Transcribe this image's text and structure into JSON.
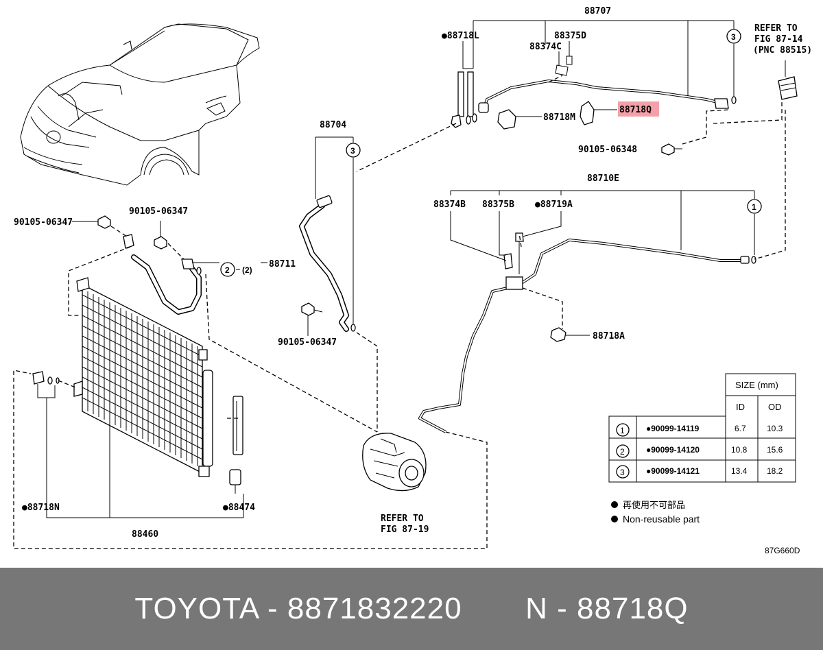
{
  "labels": {
    "p88707": "88707",
    "p88718L": "●88718L",
    "p88375D": "88375D",
    "p88374C": "88374C",
    "c3_top": "3",
    "refer_top_1": "REFER TO",
    "refer_top_2": "FIG 87-14",
    "refer_top_3": "(PNC 88515)",
    "p88718M": "88718M",
    "p88718Q": "88718Q",
    "bolt_top": "90105-06348",
    "p88704": "88704",
    "c3_mid": "3",
    "p88710E": "88710E",
    "p88374B": "88374B",
    "p88375B": "88375B",
    "p88719A": "●88719A",
    "c1_right": "1",
    "bolt_left": "90105-06347",
    "bolt_left2": "90105-06347",
    "p88711": "88711",
    "c2": "2",
    "c2_qty": "(2)",
    "bolt_mid": "90105-06347",
    "p88718A": "88718A",
    "p88718N": "●88718N",
    "p88474": "●88474",
    "p88460": "88460",
    "refer_bot_1": "REFER TO",
    "refer_bot_2": "FIG 87-19",
    "diagram_code": "87G660D"
  },
  "size_table": {
    "header": "SIZE (mm)",
    "col_id": "ID",
    "col_od": "OD",
    "rows": [
      {
        "num": "1",
        "part": "●90099-14119",
        "id": "6.7",
        "od": "10.3"
      },
      {
        "num": "2",
        "part": "●90099-14120",
        "id": "10.8",
        "od": "15.6"
      },
      {
        "num": "3",
        "part": "●90099-14121",
        "id": "13.4",
        "od": "18.2"
      }
    ]
  },
  "legend": {
    "jp": "再使用不可部品",
    "en": "Non-reusable part"
  },
  "colors": {
    "highlight": "#f4a0a8",
    "footer_bg": "#777777"
  },
  "footer": {
    "text": "TOYOTA - 8871832220       N - 88718Q"
  }
}
